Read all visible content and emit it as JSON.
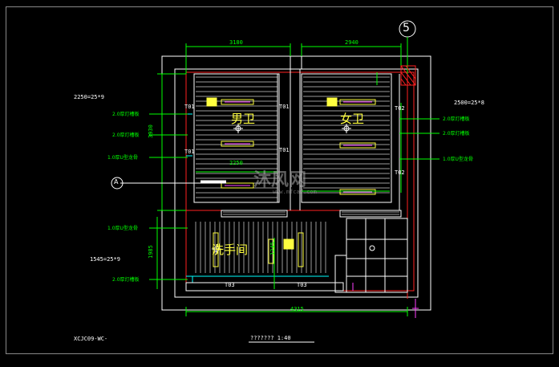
{
  "drawing": {
    "grid_marker": "5",
    "dims": {
      "top_left": "3180",
      "top_right": "2940",
      "left_vert": "3930",
      "mid_left": "2250",
      "bottom": "4315",
      "lower_left_vert": "1985",
      "lower_mid_vert": "1245"
    },
    "scale_notes": {
      "left_top": "2250=25*9",
      "right_top": "2500=25*8",
      "left_bottom": "1545=25*9"
    },
    "rooms": {
      "men": "男卫",
      "women": "女卫",
      "wash": "洗手间"
    },
    "tags": {
      "t01": "T01",
      "t02": "T02",
      "t03": "T03"
    },
    "callouts_left": [
      "2.0厚灯槽板",
      "2.0厚灯槽板",
      "1.0厚U型龙骨",
      "1.0厚U型龙骨",
      "2.0厚灯槽板"
    ],
    "callouts_right": [
      "2.0厚灯槽板",
      "2.0厚灯槽板",
      "1.0厚U型龙骨"
    ],
    "section_symbol": "A",
    "footer_left": "XCJC09-WC-",
    "title": "??????? 1:40",
    "watermark": "沐风网",
    "watermark_url": "www.mfcad.com",
    "colors": {
      "wall": "#ffffff",
      "dim": "#00ff00",
      "red": "#ff2020",
      "magenta": "#ff40ff",
      "yellow": "#ffff40",
      "cyan": "#00ffff",
      "gray": "#9a9a9a"
    }
  }
}
